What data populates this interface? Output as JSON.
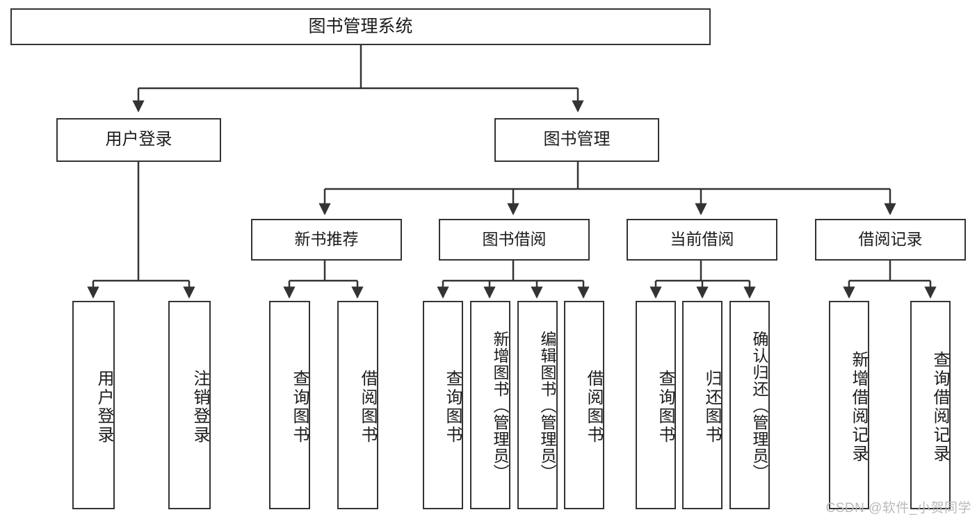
{
  "diagram": {
    "title": "图书管理系统",
    "type": "tree-hierarchy-diagram",
    "colors": {
      "box_border": "#333333",
      "box_fill": "#ffffff",
      "edge": "#333333",
      "text": "#1b1b1b",
      "watermark": "#b9b9b9",
      "background": "#ffffff"
    },
    "root": {
      "label": "图书管理系统"
    },
    "level2": [
      {
        "label": "用户登录"
      },
      {
        "label": "图书管理"
      }
    ],
    "level3": [
      {
        "label": "新书推荐"
      },
      {
        "label": "图书借阅"
      },
      {
        "label": "当前借阅"
      },
      {
        "label": "借阅记录"
      }
    ],
    "leaves": {
      "user_login": [
        {
          "label": "用户登录"
        },
        {
          "label": "注销登录"
        }
      ],
      "new_book_recommend": [
        {
          "label": "查询图书"
        },
        {
          "label": "借阅图书"
        }
      ],
      "book_borrow": [
        {
          "label": "查询图书"
        },
        {
          "label": "新增图书（管理员）"
        },
        {
          "label": "编辑图书（管理员）"
        },
        {
          "label": "借阅图书"
        }
      ],
      "current_borrow": [
        {
          "label": "查询图书"
        },
        {
          "label": "归还图书"
        },
        {
          "label": "确认归还（管理员）"
        }
      ],
      "borrow_record": [
        {
          "label": "新增借阅记录"
        },
        {
          "label": "查询借阅记录"
        }
      ]
    }
  },
  "watermark": {
    "text": "CSDN @软件_小贺同学"
  }
}
